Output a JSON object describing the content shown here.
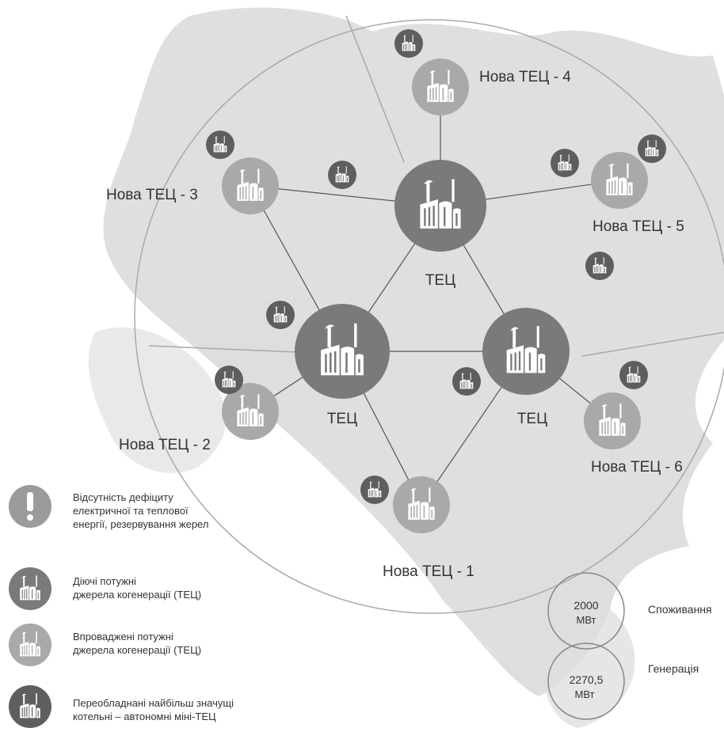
{
  "nodes": {
    "chp_top": "ТЕЦ",
    "chp_left": "ТЕЦ",
    "chp_right": "ТЕЦ",
    "new1": "Нова ТЕЦ - 1",
    "new2": "Нова ТЕЦ - 2",
    "new3": "Нова ТЕЦ - 3",
    "new4": "Нова ТЕЦ - 4",
    "new5": "Нова ТЕЦ - 5",
    "new6": "Нова ТЕЦ - 6"
  },
  "legend": {
    "no_deficit": [
      "Відсутність дефіциту",
      "електричної та теплової",
      "енергії, резервування  жерел"
    ],
    "existing": [
      "Діючі потужні",
      "джерела когенерації (ТЕЦ)"
    ],
    "implemented": [
      "Впроваджені потужні",
      "джерела когенерації (ТЕЦ)"
    ],
    "converted": [
      "Переобладнані найбільш значущі",
      "котельні – автономні міні-ТЕЦ"
    ]
  },
  "balance": {
    "consumption_value": "2000",
    "consumption_unit": "МВт",
    "consumption_label": "Споживання",
    "generation_value": "2270,5",
    "generation_unit": "МВт",
    "generation_label": "Генерація"
  },
  "colors": {
    "existing": "#7a7a7a",
    "implemented": "#a9a9a9",
    "converted": "#5e5e5e",
    "no_deficit": "#9b9b9b",
    "map": "#d4d4d4",
    "lines": "#555555"
  }
}
